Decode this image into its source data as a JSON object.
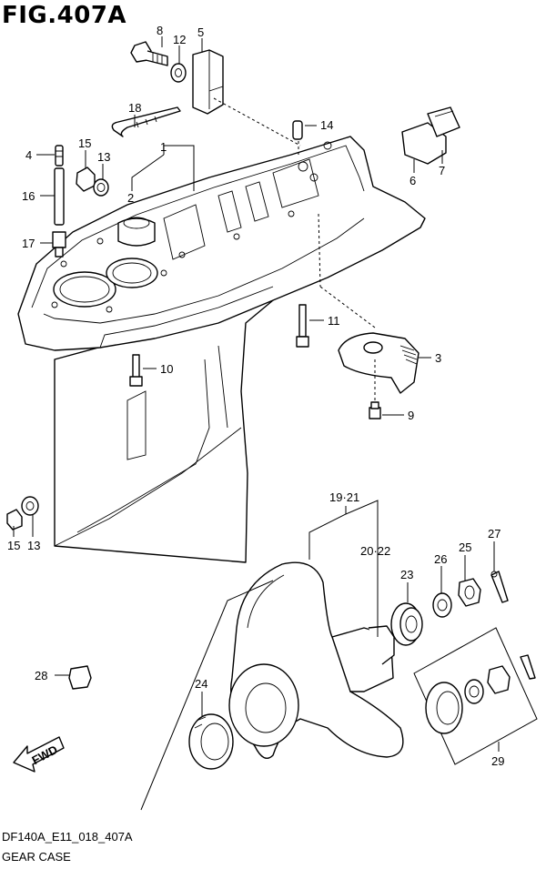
{
  "title": "FIG.407A",
  "footer": {
    "code": "DF140A_E11_018_407A",
    "caption": "GEAR CASE"
  },
  "fwd_arrow": "FWD",
  "callouts": {
    "c1": "1",
    "c2": "2",
    "c3": "3",
    "c4": "4",
    "c5": "5",
    "c6": "6",
    "c7": "7",
    "c8": "8",
    "c9": "9",
    "c10": "10",
    "c11": "11",
    "c12": "12",
    "c13a": "13",
    "c13b": "13",
    "c14": "14",
    "c15a": "15",
    "c15b": "15",
    "c16": "16",
    "c17": "17",
    "c18": "18",
    "c19_21": "19·21",
    "c20_22": "20·22",
    "c23": "23",
    "c24": "24",
    "c25": "25",
    "c26": "26",
    "c27": "27",
    "c28": "28",
    "c29": "29"
  }
}
